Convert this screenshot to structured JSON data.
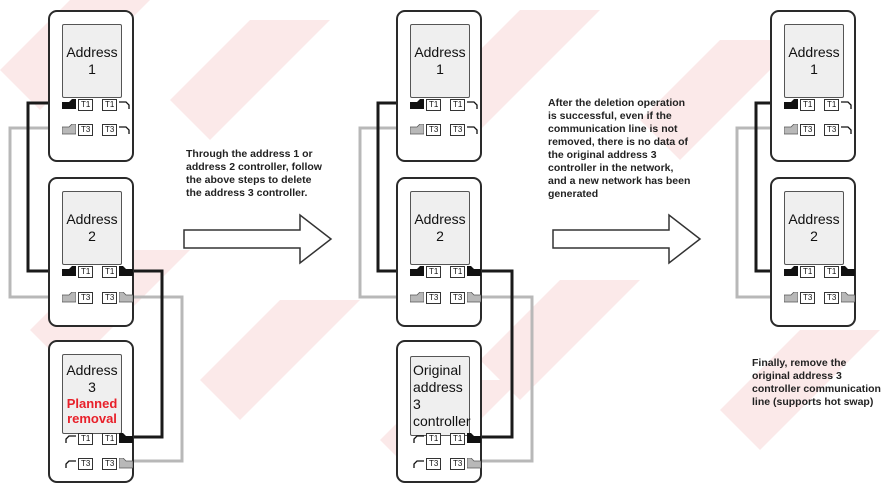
{
  "captions": {
    "step1": [
      "Through the address 1 or",
      "address 2 controller, follow",
      "the above steps to delete",
      "the address 3 controller."
    ],
    "step2": [
      "After the deletion operation",
      "is successful, even if the",
      "communication line is not",
      "removed, there is no data of",
      "the original address 3",
      "controller in the network,",
      "and a new network has been",
      "generated"
    ],
    "step3": [
      "Finally, remove the",
      "original address 3",
      "controller communication",
      "line (supports hot swap)"
    ]
  },
  "devices": {
    "address_1": "Address 1",
    "address_2": "Address 2",
    "address_3": "Address 3",
    "planned_removal": [
      "Planned",
      "removal"
    ],
    "original_address_3": [
      "Original",
      "address 3",
      "controller"
    ]
  },
  "ports": {
    "t1": "T1",
    "t3": "T3"
  },
  "colors": {
    "t1_wire": "#1a1a1a",
    "t3_wire": "#b8b8b8",
    "highlight": "#e8202a",
    "watermark": "#fbe9e9"
  },
  "icons": {
    "arrow": "right-arrow-icon",
    "plug": "plug-icon"
  }
}
